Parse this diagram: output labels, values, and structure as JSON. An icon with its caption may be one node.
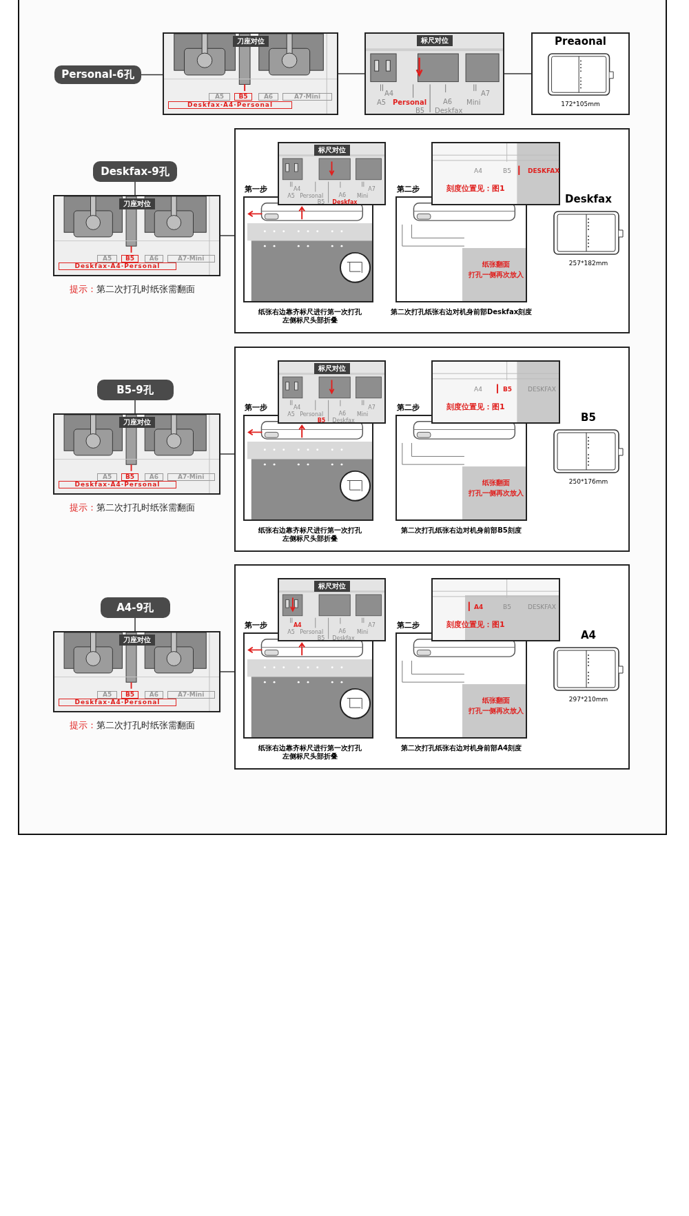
{
  "diagram": {
    "nodes": [
      {
        "text": [
          "Personal-6孔"
        ]
      },
      {
        "text": [
          "刀座对位",
          "A5",
          "B5",
          "A6",
          "A7·Mini",
          "Deskfax·A4·Personal"
        ]
      },
      {
        "text": [
          "标尺对位",
          "A4",
          "A5",
          "Personal",
          "B5",
          "A6",
          "Deskfax",
          "A7",
          "Mini"
        ]
      },
      {
        "text": [
          "Preaonal",
          "172*105mm"
        ]
      },
      {
        "text": [
          "Deskfax-9孔"
        ]
      },
      {
        "text": [
          "刀座对位",
          "A5",
          "B5",
          "A6",
          "A7·Mini",
          "Deskfax·A4·Personal"
        ],
        "beside": [
          "提示：",
          "第二次打孔时纸张需翻面"
        ]
      },
      {
        "text": [],
        "shape": "box"
      },
      {
        "text": [
          "标尺对位",
          "A4",
          "A5",
          "Personal",
          "B5",
          "A6",
          "Deskfax",
          "A7",
          "Mini"
        ],
        "in": 6
      },
      {
        "text": [
          "第一步"
        ],
        "beside": [
          "纸张右边靠齐标尺进行第一次打孔左侧标尺头部折叠"
        ],
        "in": 6
      },
      {
        "text": [
          "A4",
          "B5",
          "DESKFAX",
          "刻度位置见：图1"
        ],
        "in": 6
      },
      {
        "text": [
          "第二步",
          "纸张翻面",
          "打孔一侧再次放入"
        ],
        "beside": [
          "第二次打孔纸张右边对机身前部Deskfax刻度"
        ],
        "in": 6
      },
      {
        "text": [
          "Deskfax"
        ],
        "beside": [
          "257*182mm"
        ],
        "in": 6
      },
      {
        "text": [
          "B5-9孔"
        ]
      },
      {
        "text": [
          "刀座对位",
          "A5",
          "B5",
          "A6",
          "A7·Mini",
          "Deskfax·A4·Personal"
        ],
        "beside": [
          "提示：",
          "第二次打孔时纸张需翻面"
        ]
      },
      {
        "text": [],
        "shape": "box"
      },
      {
        "text": [
          "标尺对位",
          "A4",
          "A5",
          "Personal",
          "B5",
          "A6",
          "Deskfax",
          "A7",
          "Mini"
        ],
        "in": 14
      },
      {
        "text": [
          "第一步"
        ],
        "beside": [
          "纸张右边靠齐标尺进行第一次打孔左侧标尺头部折叠"
        ],
        "in": 14
      },
      {
        "text": [
          "A4",
          "B5",
          "DESKFAX",
          "刻度位置见：图1"
        ],
        "in": 14
      },
      {
        "text": [
          "第二步",
          "纸张翻面",
          "打孔一侧再次放入"
        ],
        "beside": [
          "第二次打孔纸张右边对机身前部B5刻度"
        ],
        "in": 14
      },
      {
        "text": [
          "B5"
        ],
        "beside": [
          "250*176mm"
        ],
        "in": 14
      },
      {
        "text": [
          "A4-9孔"
        ]
      },
      {
        "text": [
          "刀座对位",
          "A5",
          "B5",
          "A6",
          "A7·Mini",
          "Deskfax·A4·Personal"
        ],
        "beside": [
          "提示：",
          "第二次打孔时纸张需翻面"
        ]
      },
      {
        "text": [],
        "shape": "box"
      },
      {
        "text": [
          "标尺对位",
          "A4",
          "A5",
          "Personal",
          "B5",
          "A6",
          "Deskfax",
          "A7",
          "Mini"
        ],
        "in": 22
      },
      {
        "text": [
          "第一步"
        ],
        "beside": [
          "纸张右边靠齐标尺进行第一次打孔左侧标尺头部折叠"
        ],
        "in": 22
      },
      {
        "text": [
          "A4",
          "B5",
          "DESKFAX",
          "刻度位置见：图1"
        ],
        "in": 22
      },
      {
        "text": [
          "第二步",
          "纸张翻面",
          "打孔一侧再次放入"
        ],
        "beside": [
          "第二次打孔纸张右边对机身前部A4刻度"
        ],
        "in": 22
      },
      {
        "text": [
          "A4"
        ],
        "beside": [
          "297*210mm"
        ],
        "in": 22
      }
    ],
    "edges": [
      {
        "from": 0,
        "to": 1,
        "arrow": "none"
      },
      {
        "from": 1,
        "to": 2,
        "arrow": "none"
      },
      {
        "from": 2,
        "to": 3,
        "arrow": "none"
      },
      {
        "from": 4,
        "to": 5,
        "arrow": "none"
      },
      {
        "from": 5,
        "to": 6,
        "arrow": "none"
      },
      {
        "from": 12,
        "to": 13,
        "arrow": "none"
      },
      {
        "from": 13,
        "to": 14,
        "arrow": "none"
      },
      {
        "from": 20,
        "to": 21,
        "arrow": "none"
      },
      {
        "from": 21,
        "to": 22,
        "arrow": "none"
      }
    ]
  }
}
